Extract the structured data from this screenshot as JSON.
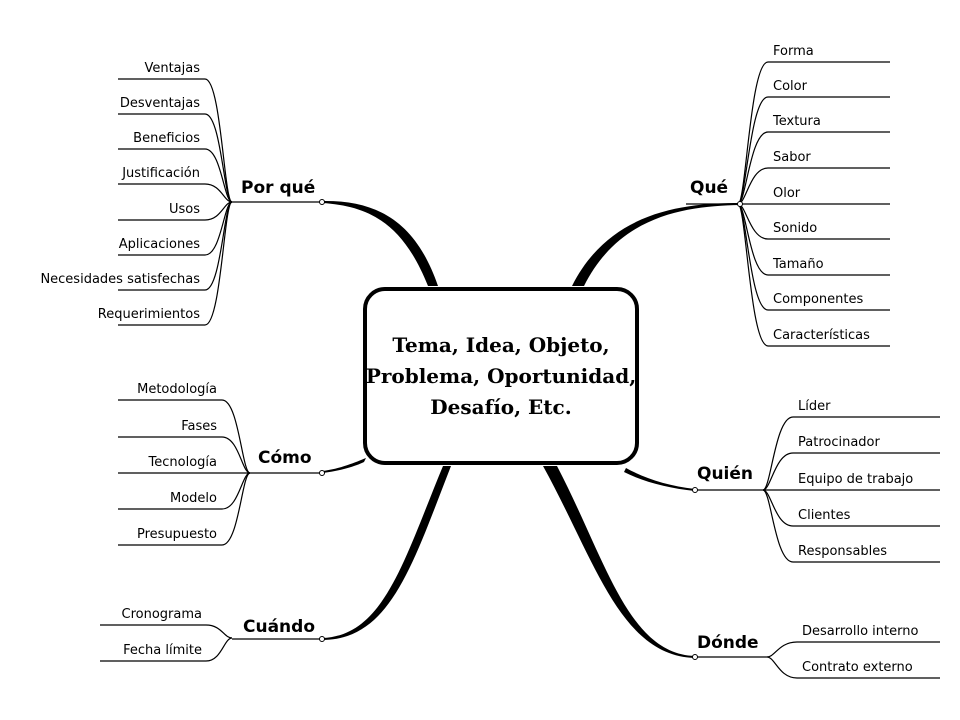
{
  "center": {
    "lines": [
      "Tema, Idea, Objeto,",
      "Problema, Oportunidad,",
      "Desafío, Etc."
    ]
  },
  "branches": {
    "porque": {
      "label": "Por qué",
      "items": [
        "Ventajas",
        "Desventajas",
        "Beneficios",
        "Justificación",
        "Usos",
        "Aplicaciones",
        "Necesidades satisfechas",
        "Requerimientos"
      ]
    },
    "como": {
      "label": "Cómo",
      "items": [
        "Metodología",
        "Fases",
        "Tecnología",
        "Modelo",
        "Presupuesto"
      ]
    },
    "cuando": {
      "label": "Cuándo",
      "items": [
        "Cronograma",
        "Fecha límite"
      ]
    },
    "que": {
      "label": "Qué",
      "items": [
        "Forma",
        "Color",
        "Textura",
        "Sabor",
        "Olor",
        "Sonido",
        "Tamaño",
        "Componentes",
        "Características"
      ]
    },
    "quien": {
      "label": "Quién",
      "items": [
        "Líder",
        "Patrocinador",
        "Equipo de trabajo",
        "Clientes",
        "Responsables"
      ]
    },
    "donde": {
      "label": "Dónde",
      "items": [
        "Desarrollo interno",
        "Contrato externo"
      ]
    }
  }
}
